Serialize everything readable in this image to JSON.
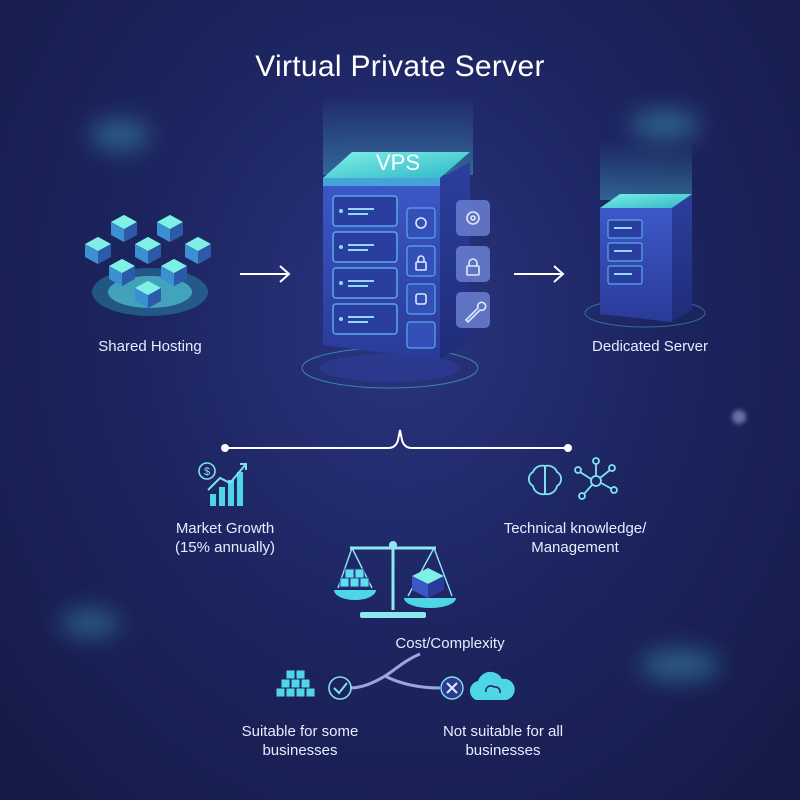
{
  "title": "Virtual Private Server",
  "vps_label": "VPS",
  "nodes": {
    "shared": "Shared Hosting",
    "dedicated": "Dedicated Server"
  },
  "market": {
    "line1": "Market Growth",
    "line2": "(15% annually)"
  },
  "technical": {
    "line1": "Technical knowledge/",
    "line2": "Management"
  },
  "cost": "Cost/Complexity",
  "suitable": {
    "line1": "Suitable for some",
    "line2": "businesses"
  },
  "not_suitable": {
    "line1": "Not suitable for all",
    "line2": "businesses"
  },
  "colors": {
    "accent": "#4fd6e6",
    "server": "#3a4fb5",
    "background": "#1d2561"
  },
  "icons": [
    "dollar-chart-icon",
    "brain-icon",
    "network-icon",
    "balance-scale-icon",
    "check-icon",
    "x-icon",
    "cloud-brain-icon",
    "cubes-icon",
    "gear-icon",
    "lock-icon",
    "wrench-icon"
  ]
}
